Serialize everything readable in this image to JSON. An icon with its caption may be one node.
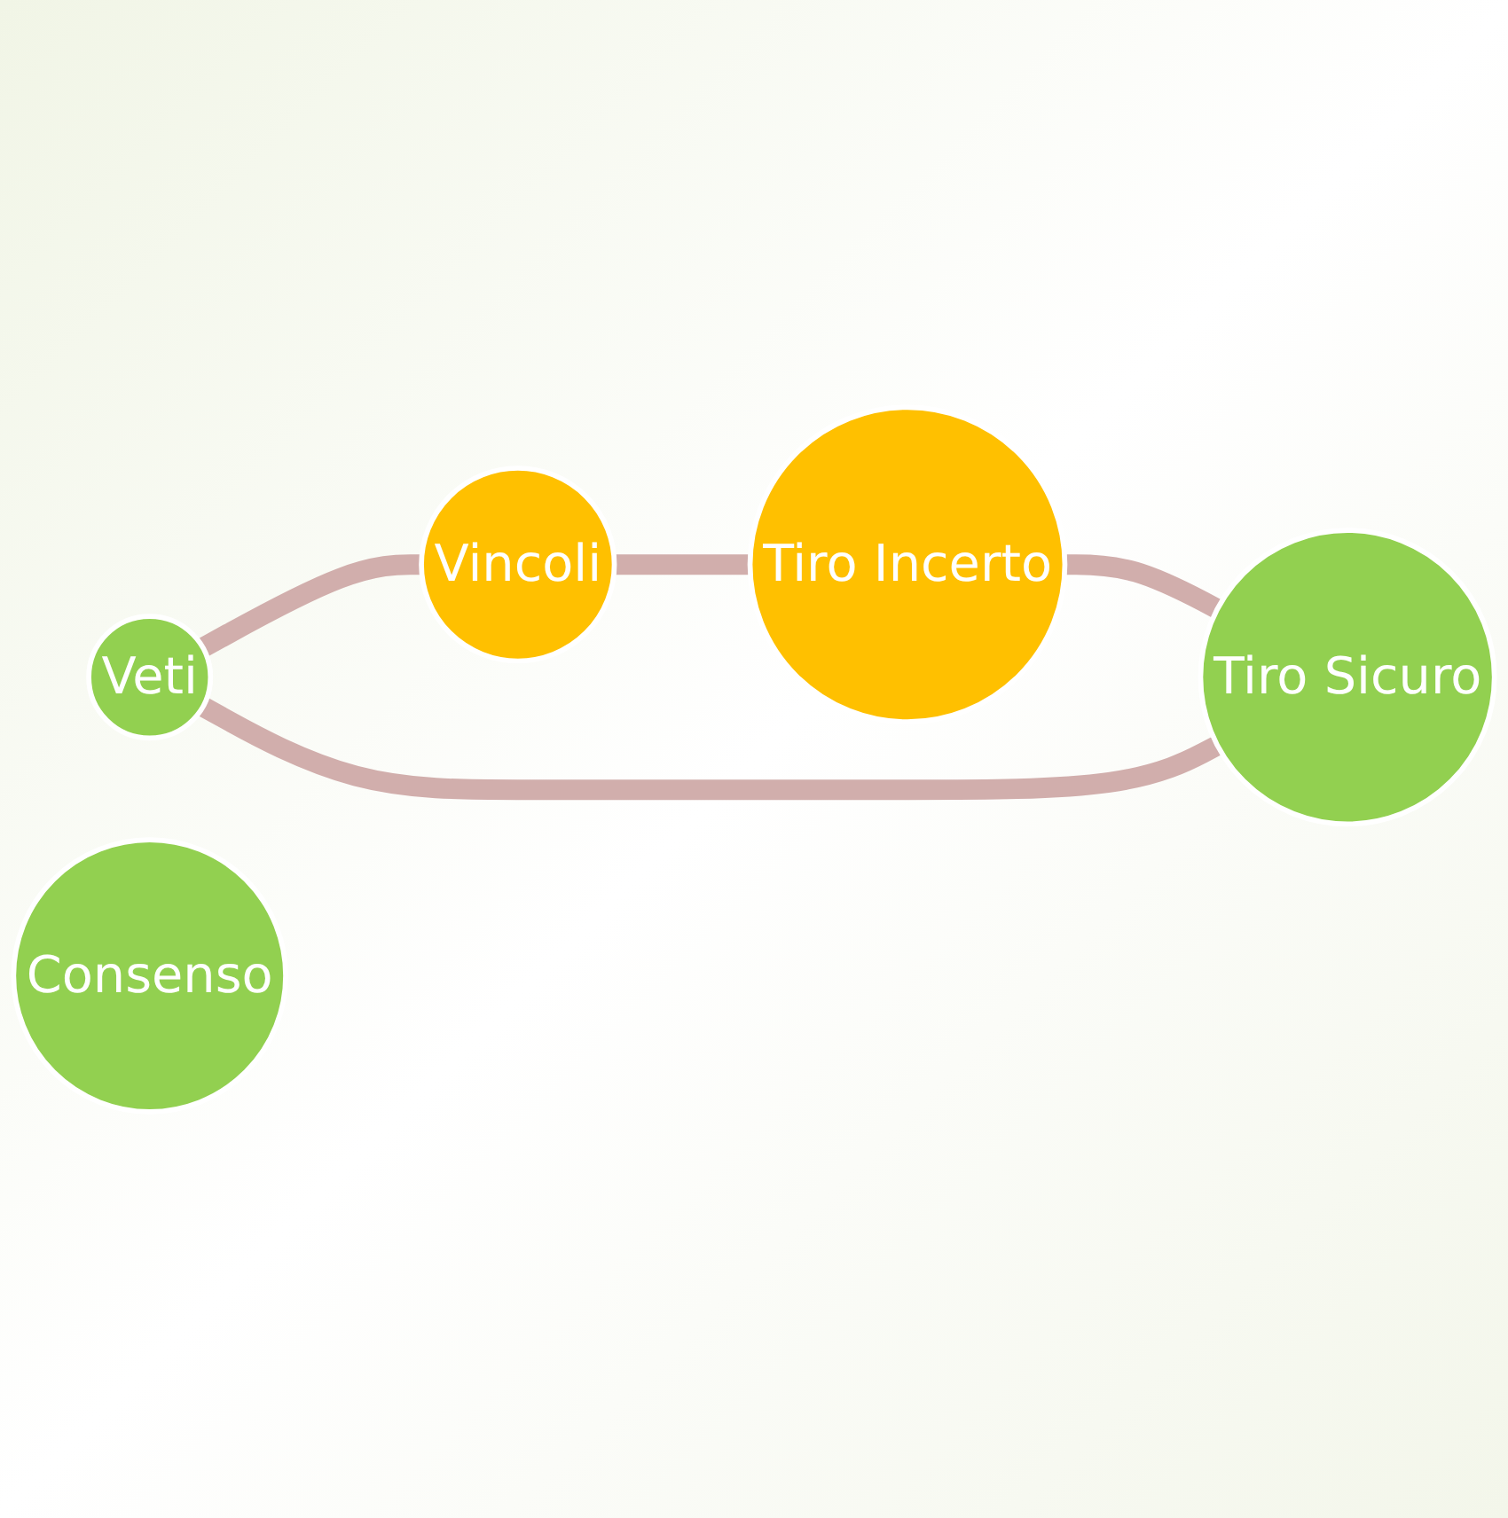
{
  "diagram": {
    "nodes": [
      {
        "text": [
          "Veti"
        ]
      },
      {
        "text": [
          "Tiro Sicuro"
        ]
      },
      {
        "text": [
          "Consenso"
        ]
      },
      {
        "text": [
          "Vincoli"
        ]
      },
      {
        "text": [
          "Tiro Incerto"
        ]
      }
    ],
    "edges": [
      {
        "from": 0,
        "to": 3,
        "arrow": "none"
      },
      {
        "from": 3,
        "to": 4,
        "arrow": "none"
      },
      {
        "from": 4,
        "to": 1,
        "arrow": "none"
      },
      {
        "from": 1,
        "to": 0,
        "arrow": "none"
      }
    ]
  }
}
